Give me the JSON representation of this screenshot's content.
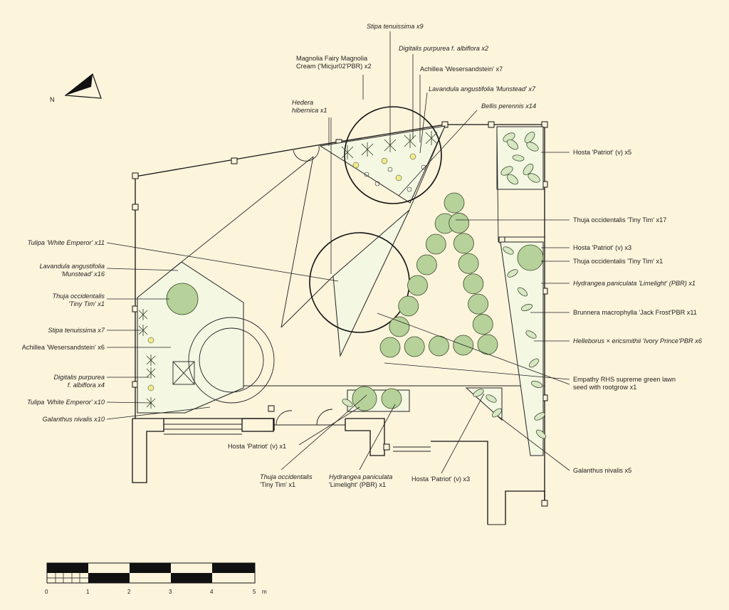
{
  "north": {
    "letter": "N"
  },
  "labels": [
    {
      "id": "stipa-top",
      "lines": [
        {
          "t": "Stipa tenuissima x9",
          "i": true
        }
      ]
    },
    {
      "id": "digitalis-top",
      "lines": [
        {
          "t": "Digitalis purpurea f. albiflora x2",
          "i": true
        }
      ]
    },
    {
      "id": "magnolia",
      "lines": [
        {
          "t": "Magnolia Fairy Magnolia",
          "i": false
        },
        {
          "t": "Cream ('Micjur02'PBR) x2",
          "i": false
        }
      ]
    },
    {
      "id": "achillea-top",
      "lines": [
        {
          "t": "Achillea 'Wesersandstein' x7",
          "i": false
        }
      ]
    },
    {
      "id": "lavandula-top",
      "lines": [
        {
          "t": "Lavandula angustifolia 'Munstead' x7",
          "i": true
        }
      ]
    },
    {
      "id": "hedera",
      "lines": [
        {
          "t": "Hedera",
          "i": true
        },
        {
          "t": "hibernica x1",
          "i": true
        }
      ]
    },
    {
      "id": "bellis",
      "lines": [
        {
          "t": "Bellis perennis x14",
          "i": true
        }
      ]
    },
    {
      "id": "hosta-r5",
      "lines": [
        {
          "t": "Hosta 'Patriot' (v) x5",
          "i": false
        }
      ]
    },
    {
      "id": "thuja-r17",
      "lines": [
        {
          "t": "Thuja occidentalis 'Tiny Tim' x17",
          "i": false
        }
      ]
    },
    {
      "id": "hosta-r3",
      "lines": [
        {
          "t": "Hosta 'Patriot' (v) x3",
          "i": false
        }
      ]
    },
    {
      "id": "thuja-r1",
      "lines": [
        {
          "t": "Thuja occidentalis 'Tiny Tim' x1",
          "i": false
        }
      ]
    },
    {
      "id": "hydrangea-r",
      "lines": [
        {
          "t": "Hydrangea paniculata 'Limelight' (PBR) x1",
          "i": true
        }
      ]
    },
    {
      "id": "brunnera",
      "lines": [
        {
          "t": "Brunnera macrophylla 'Jack Frost'PBR x11",
          "i": false
        }
      ]
    },
    {
      "id": "helleborus",
      "lines": [
        {
          "t": "Helleborus × ericsmithii 'Ivory Prince'PBR x6",
          "i": true
        }
      ]
    },
    {
      "id": "lawn",
      "lines": [
        {
          "t": "Empathy RHS supreme green lawn",
          "i": false
        },
        {
          "t": "seed with rootgrow x1",
          "i": false
        }
      ]
    },
    {
      "id": "galanthus-r",
      "lines": [
        {
          "t": "Galanthus nivalis x5",
          "i": false
        }
      ]
    },
    {
      "id": "tulipa-l11",
      "lines": [
        {
          "t": "Tulipa 'White Emperor' x11",
          "i": true
        }
      ]
    },
    {
      "id": "lavandula-l",
      "lines": [
        {
          "t": "Lavandula angustifolia",
          "i": true
        },
        {
          "t": "'Munstead' x16",
          "i": true
        }
      ]
    },
    {
      "id": "thuja-l",
      "lines": [
        {
          "t": "Thuja occidentalis",
          "i": true
        },
        {
          "t": "'Tiny Tim' x1",
          "i": true
        }
      ]
    },
    {
      "id": "stipa-l",
      "lines": [
        {
          "t": "Stipa tenuissima x7",
          "i": true
        }
      ]
    },
    {
      "id": "achillea-l",
      "lines": [
        {
          "t": "Achillea 'Wesersandstein' x6",
          "i": false
        }
      ]
    },
    {
      "id": "digitalis-l",
      "lines": [
        {
          "t": "Digitalis purpurea",
          "i": true
        },
        {
          "t": "f. albiflora x4",
          "i": true
        }
      ]
    },
    {
      "id": "tulipa-l10",
      "lines": [
        {
          "t": "Tulipa 'White Emperor' x10",
          "i": true
        }
      ]
    },
    {
      "id": "galanthus-l",
      "lines": [
        {
          "t": "Galanthus nivalis x10",
          "i": true
        }
      ]
    },
    {
      "id": "hosta-b1",
      "lines": [
        {
          "t": "Hosta 'Patriot' (v) x1",
          "i": false
        }
      ]
    },
    {
      "id": "thuja-b",
      "lines": [
        {
          "t": "Thuja occidentalis",
          "i": true
        },
        {
          "t": "'Tiny Tim' x1",
          "i": false
        }
      ]
    },
    {
      "id": "hydrangea-b",
      "lines": [
        {
          "t": "Hydrangea paniculata",
          "i": true
        },
        {
          "t": "'Limelight' (PBR) x1",
          "i": false
        }
      ]
    },
    {
      "id": "hosta-b3",
      "lines": [
        {
          "t": "Hosta 'Patriot' (v) x3",
          "i": false
        }
      ]
    }
  ],
  "scale": {
    "ticks": [
      "0",
      "1",
      "2",
      "3",
      "4",
      "5"
    ],
    "unit": "m"
  },
  "colors": {
    "background": "#fdf4dc",
    "planting": "#b6d29a",
    "ink": "#111111",
    "highlight": "#f1ec8a"
  }
}
